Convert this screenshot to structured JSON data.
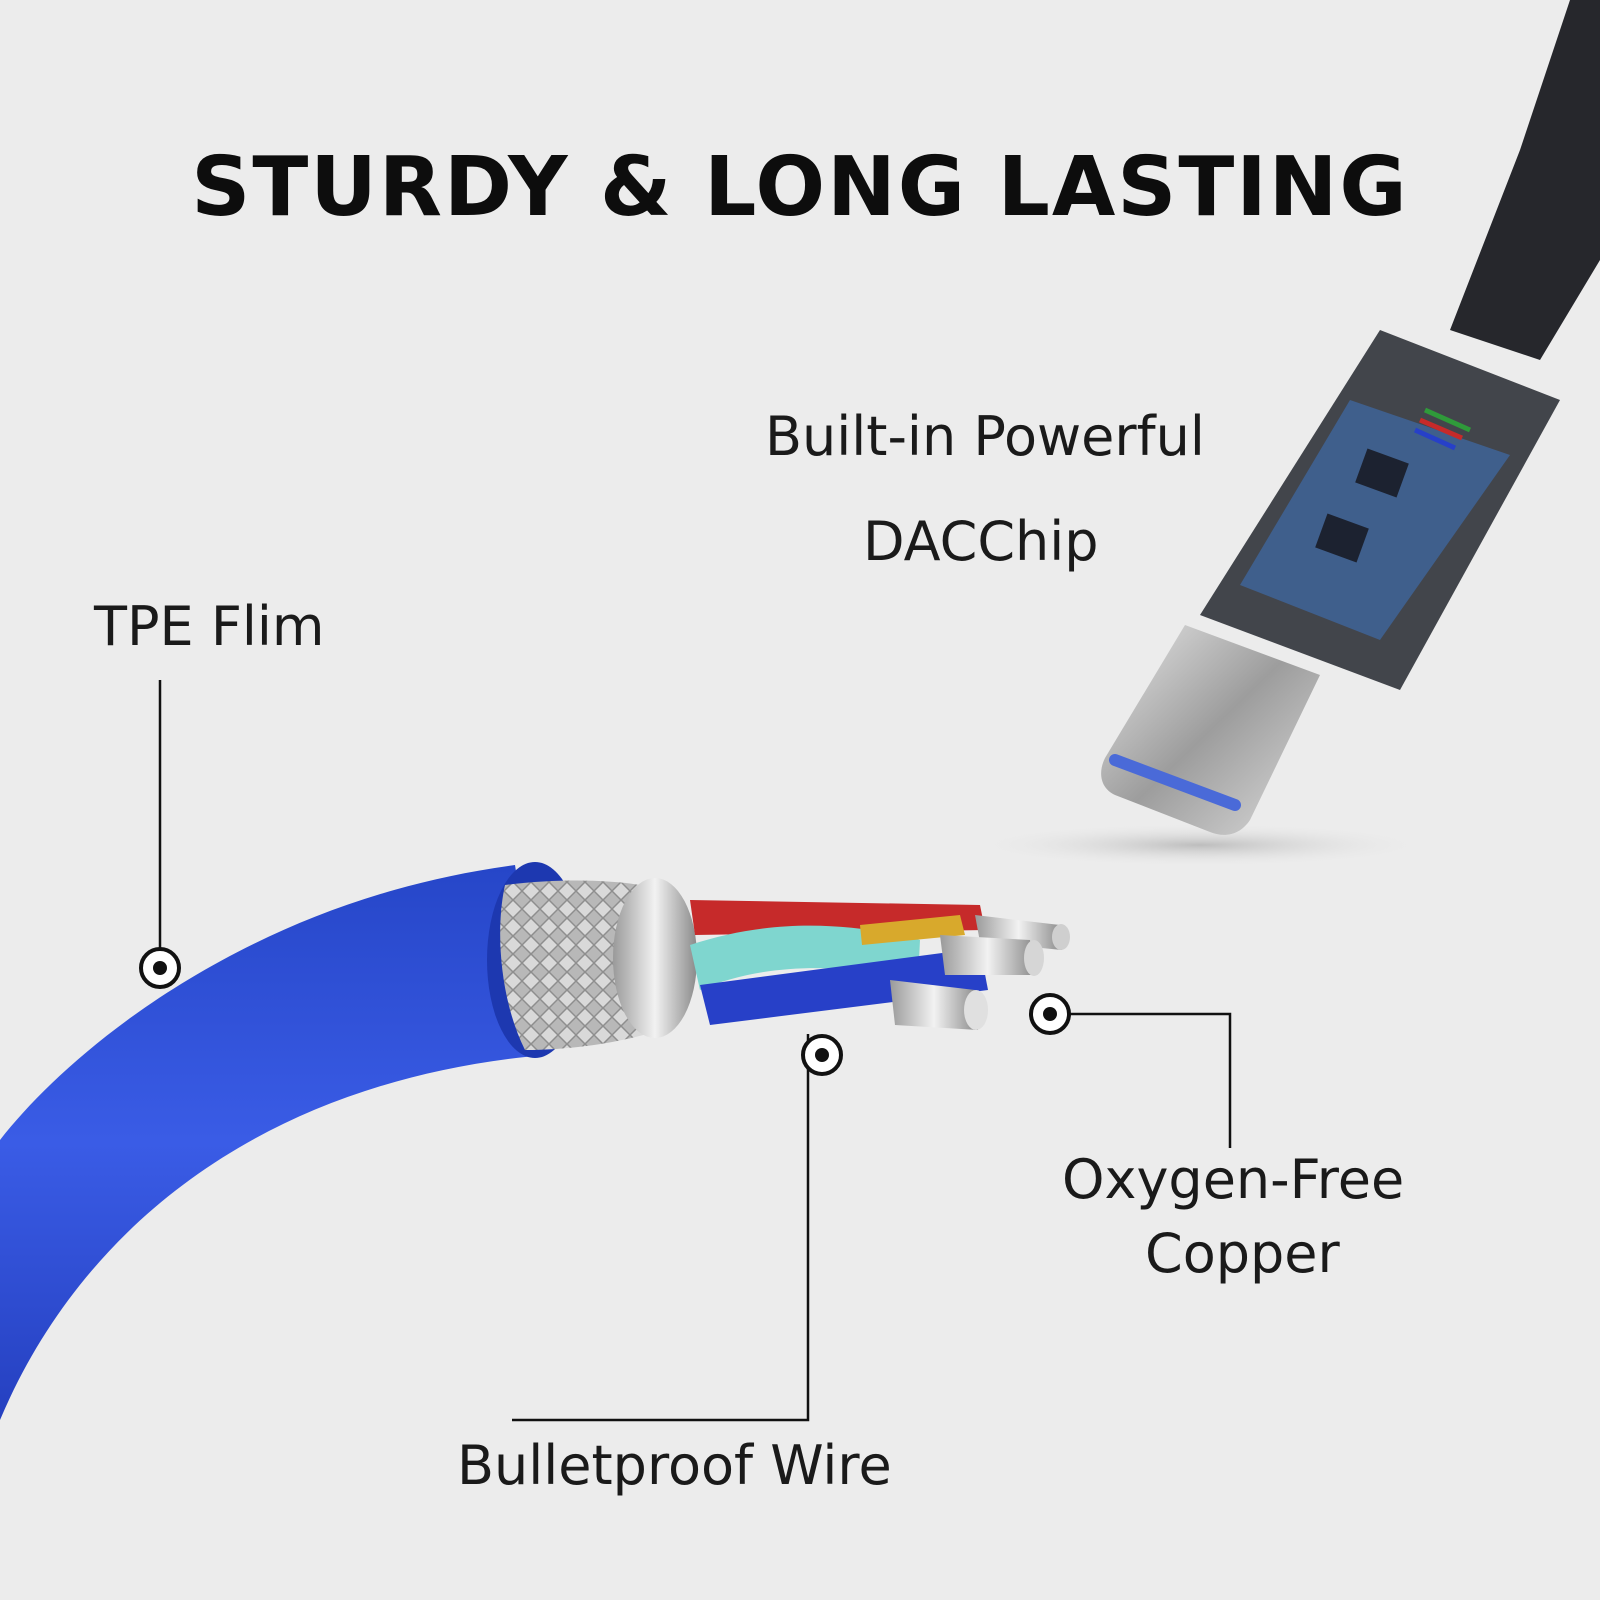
{
  "title": "STURDY & LONG LASTING",
  "callouts": {
    "chip_line1": "Built-in Powerful",
    "chip_line2": "DACChip",
    "tpe": "TPE Flim",
    "copper_line1": "Oxygen-Free",
    "copper_line2": "Copper",
    "bulletproof": "Bulletproof Wire"
  },
  "colors": {
    "background": "#ececec",
    "cable_jacket": "#2f52d8",
    "connector_body": "#1e1f24",
    "pcb": "#3f5f8c"
  }
}
